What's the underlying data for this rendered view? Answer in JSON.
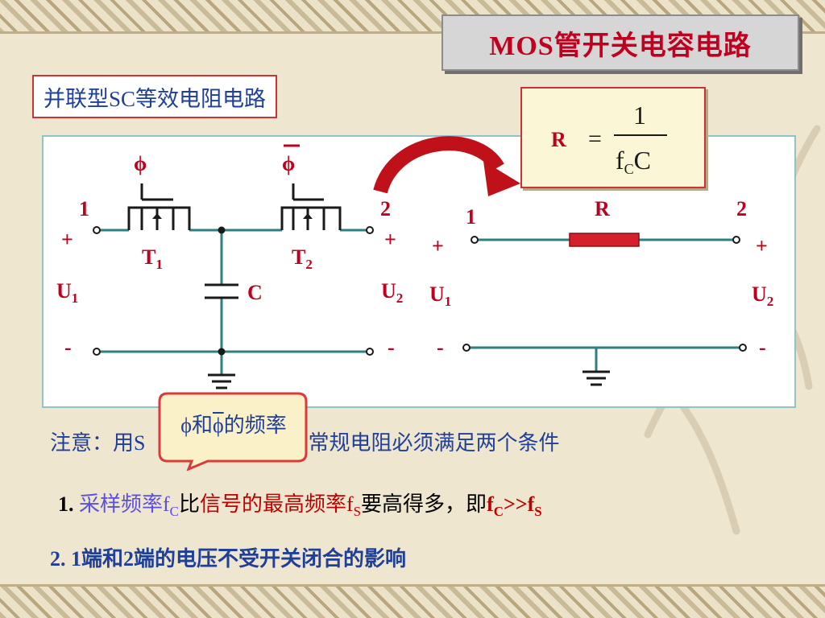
{
  "title": "MOS管开关电容电路",
  "subtitle": "并联型SC等效电阻电路",
  "formula": {
    "lhs": "R",
    "eq": "=",
    "numerator": "1",
    "denominator": "f",
    "den_sub": "C",
    "den_tail": "C"
  },
  "circuit": {
    "phi": "ϕ",
    "phi_bar": "ϕ",
    "t1": "T",
    "t1_sub": "1",
    "t2": "T",
    "t2_sub": "2",
    "cap": "C",
    "node1": "1",
    "node2": "2",
    "plus": "+",
    "minus": "-",
    "u1": "U",
    "u1_sub": "1",
    "u2": "U",
    "u2_sub": "2",
    "r_label": "R",
    "eq_node1": "1",
    "eq_node2": "2"
  },
  "callout": {
    "p1": "ϕ",
    "p2": "和",
    "p3": "ϕ",
    "p4": "的频率"
  },
  "note": {
    "pre": "注意：用S",
    "post": "代替常规电阻必须满足两个条件"
  },
  "cond1": {
    "num": "1.",
    "a": "采样频率f",
    "a_sub": "C",
    "b": "比",
    "c": "信号的最高频率f",
    "c_sub": "S",
    "d": "要高得多，即",
    "e": "f",
    "e_sub": "C",
    "f": ">>f",
    "f_sub": "S"
  },
  "cond2": "2. 1端和2端的电压不受开关闭合的影响",
  "colors": {
    "accent_red": "#c0001f",
    "text_blue": "#1f3f99",
    "wire": "#2e8080",
    "resistor": "#d3202c"
  }
}
